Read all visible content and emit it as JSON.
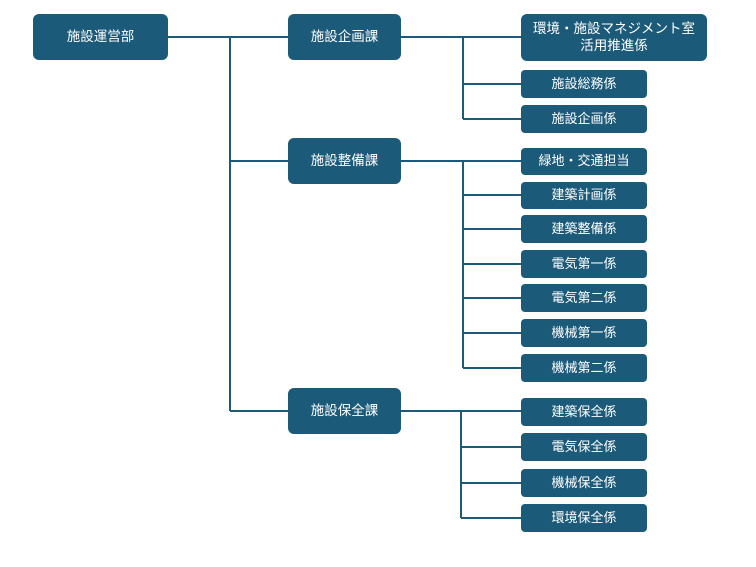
{
  "colors": {
    "box": "#1c5a7a",
    "line": "#1c5a7a",
    "text": "#ffffff"
  },
  "org": {
    "root": "施設運営部",
    "divisions": [
      {
        "name": "施設企画課",
        "units": [
          {
            "line1": "環境・施設マネジメント室",
            "line2": "活用推進係"
          },
          {
            "name": "施設総務係"
          },
          {
            "name": "施設企画係"
          }
        ]
      },
      {
        "name": "施設整備課",
        "units": [
          {
            "name": "緑地・交通担当"
          },
          {
            "name": "建築計画係"
          },
          {
            "name": "建築整備係"
          },
          {
            "name": "電気第一係"
          },
          {
            "name": "電気第二係"
          },
          {
            "name": "機械第一係"
          },
          {
            "name": "機械第二係"
          }
        ]
      },
      {
        "name": "施設保全課",
        "units": [
          {
            "name": "建築保全係"
          },
          {
            "name": "電気保全係"
          },
          {
            "name": "機械保全係"
          },
          {
            "name": "環境保全係"
          }
        ]
      }
    ]
  }
}
